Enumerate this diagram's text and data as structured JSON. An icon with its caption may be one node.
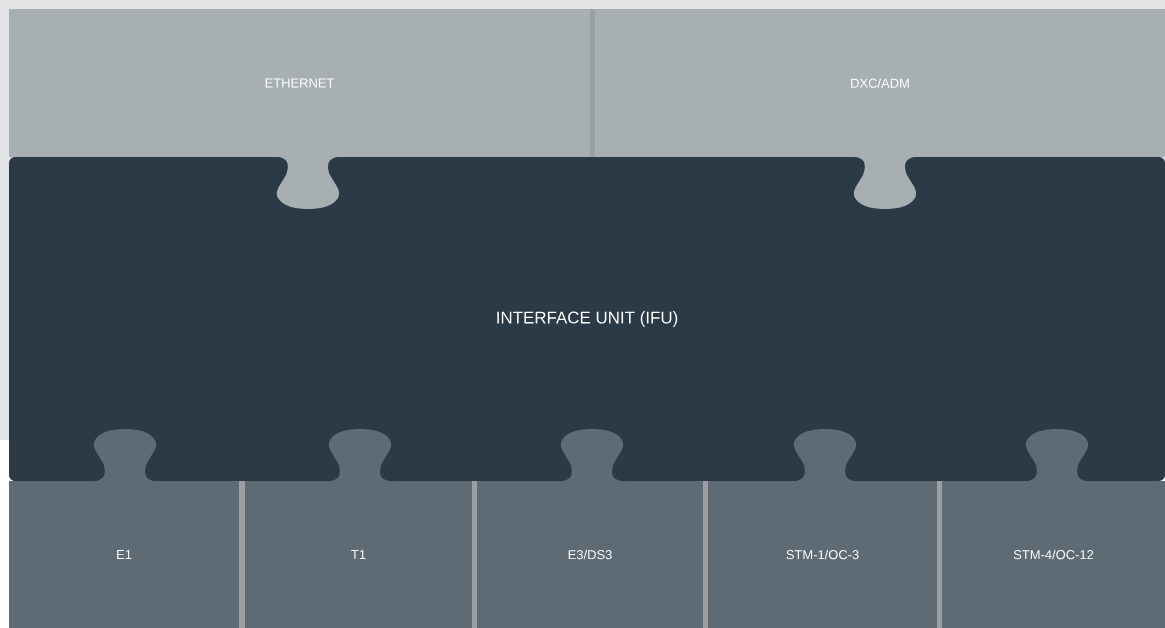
{
  "diagram": {
    "nodes": [
      {
        "text": [
          "ETHERNET"
        ]
      },
      {
        "text": [
          "DXC/ADM"
        ]
      },
      {
        "text": [
          "INTERFACE UNIT (IFU)"
        ]
      },
      {
        "text": [
          "E1"
        ]
      },
      {
        "text": [
          "T1"
        ]
      },
      {
        "text": [
          "E3/DS3"
        ]
      },
      {
        "text": [
          "STM-1/OC-3"
        ]
      },
      {
        "text": [
          "STM-4/OC-12"
        ]
      }
    ]
  }
}
